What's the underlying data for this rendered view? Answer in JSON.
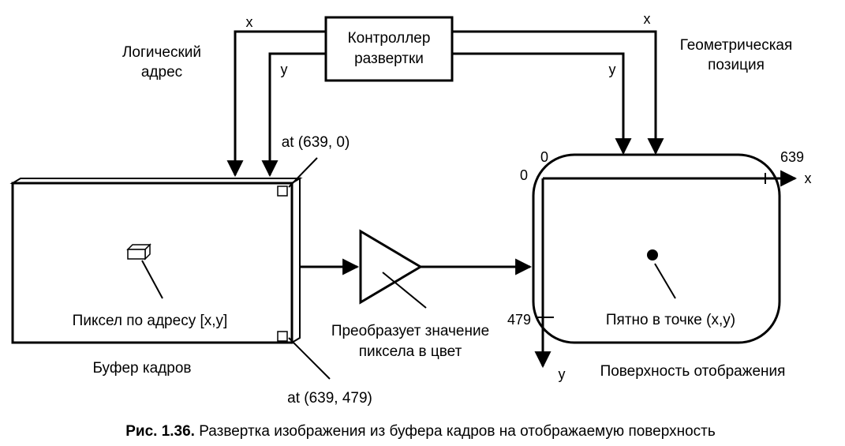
{
  "diagram": {
    "controller": {
      "line1": "Контроллер",
      "line2": "развертки"
    },
    "logical_address": {
      "line1": "Логический",
      "line2": "адрес"
    },
    "geometric_position": {
      "line1": "Геометрическая",
      "line2": "позиция"
    },
    "signal_x": "x",
    "signal_y": "y",
    "corner_top": "at (639, 0)",
    "corner_bottom": "at (639, 479)",
    "pixel_label": "Пиксел по адресу [x,y]",
    "frame_buffer_label": "Буфер кадров",
    "converter": {
      "line1": "Преобразует значение",
      "line2": "пиксела в цвет"
    },
    "surface_label": "Поверхность отображения",
    "spot_label": "Пятно в точке (x,y)",
    "axis": {
      "origin_x": "0",
      "origin_y": "0",
      "x_max": "639",
      "y_max": "479",
      "x_name": "x",
      "y_name": "y"
    }
  },
  "caption": {
    "prefix": "Рис. 1.36.",
    "text": " Развертка изображения из буфера кадров на отображаемую поверхность"
  }
}
